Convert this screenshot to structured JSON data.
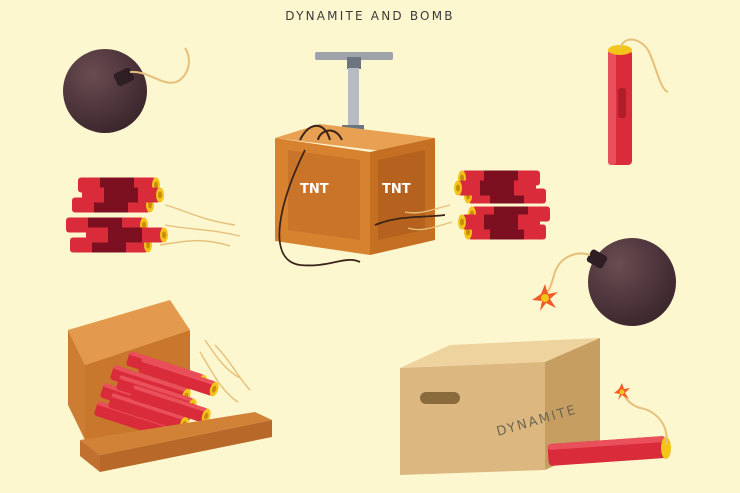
{
  "title": "DYNAMITE AND BOMB",
  "detonator_label_front": "TNT",
  "detonator_label_side": "TNT",
  "carton_label": "DYNAMITE",
  "colors": {
    "background": "#fdf7d0",
    "stick_red": "#d92b3a",
    "stick_dark": "#7d1020",
    "cap_yellow": "#f3c419",
    "bomb": "#4a3238",
    "crate": "#d9873a",
    "carton": "#dfc08e"
  }
}
